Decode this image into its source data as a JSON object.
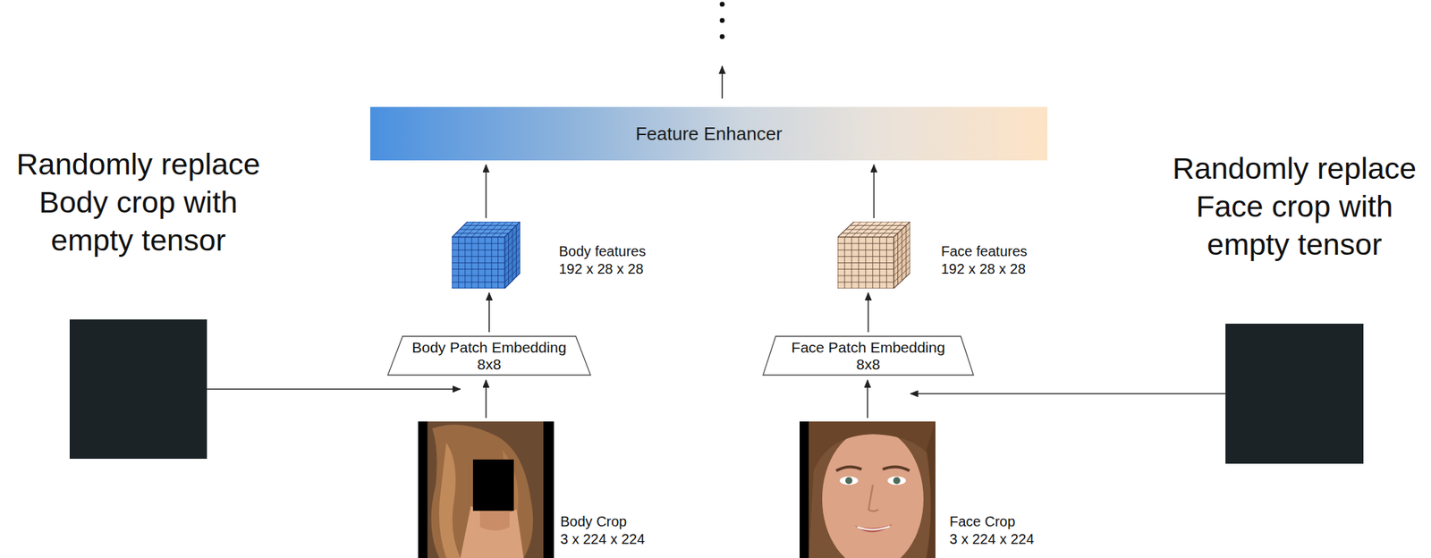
{
  "diagram": {
    "nodes": [
      {
        "text": [
          "Feature Enhancer"
        ]
      },
      {
        "text": [
          "Body features",
          "192 x 28 x 28"
        ]
      },
      {
        "text": [
          "Face features",
          "192 x 28 x 28"
        ]
      },
      {
        "text": [
          "Body Patch Embedding",
          "8x8"
        ]
      },
      {
        "text": [
          "Face Patch Embedding",
          "8x8"
        ]
      },
      {
        "text": [
          "Body Crop",
          "3 x 224 x 224"
        ]
      },
      {
        "text": [
          "Face Crop",
          "3 x 224 x 224"
        ]
      },
      {
        "text": [
          "Randomly replace Body crop with empty tensor"
        ]
      },
      {
        "text": [
          "Randomly replace Face crop with empty tensor"
        ]
      }
    ],
    "edges": [
      {
        "from": 5,
        "to": 3,
        "arrow": "to"
      },
      {
        "from": 3,
        "to": 1,
        "arrow": "to"
      },
      {
        "from": 1,
        "to": 0,
        "arrow": "to"
      },
      {
        "from": 6,
        "to": 4,
        "arrow": "to"
      },
      {
        "from": 4,
        "to": 2,
        "arrow": "to"
      },
      {
        "from": 2,
        "to": 0,
        "arrow": "to"
      },
      {
        "from": 7,
        "to": 3,
        "arrow": "to"
      },
      {
        "from": 8,
        "to": 4,
        "arrow": "to"
      }
    ]
  }
}
